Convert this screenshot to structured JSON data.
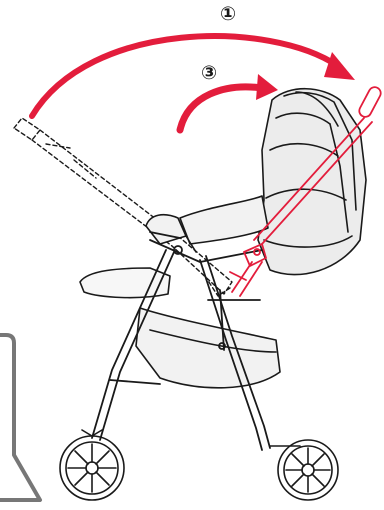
{
  "steps": {
    "step1_label": "①",
    "step3_label": "③"
  },
  "colors": {
    "arrow": "#e31d3c",
    "line": "#1a1a1a",
    "handle_highlight": "#e31d3c",
    "canopy_fill": "#ececec",
    "seat_fill": "#f2f2f2"
  },
  "icons": [
    "rotate-arrow-icon",
    "stroller-illustration",
    "wheel-icon"
  ]
}
